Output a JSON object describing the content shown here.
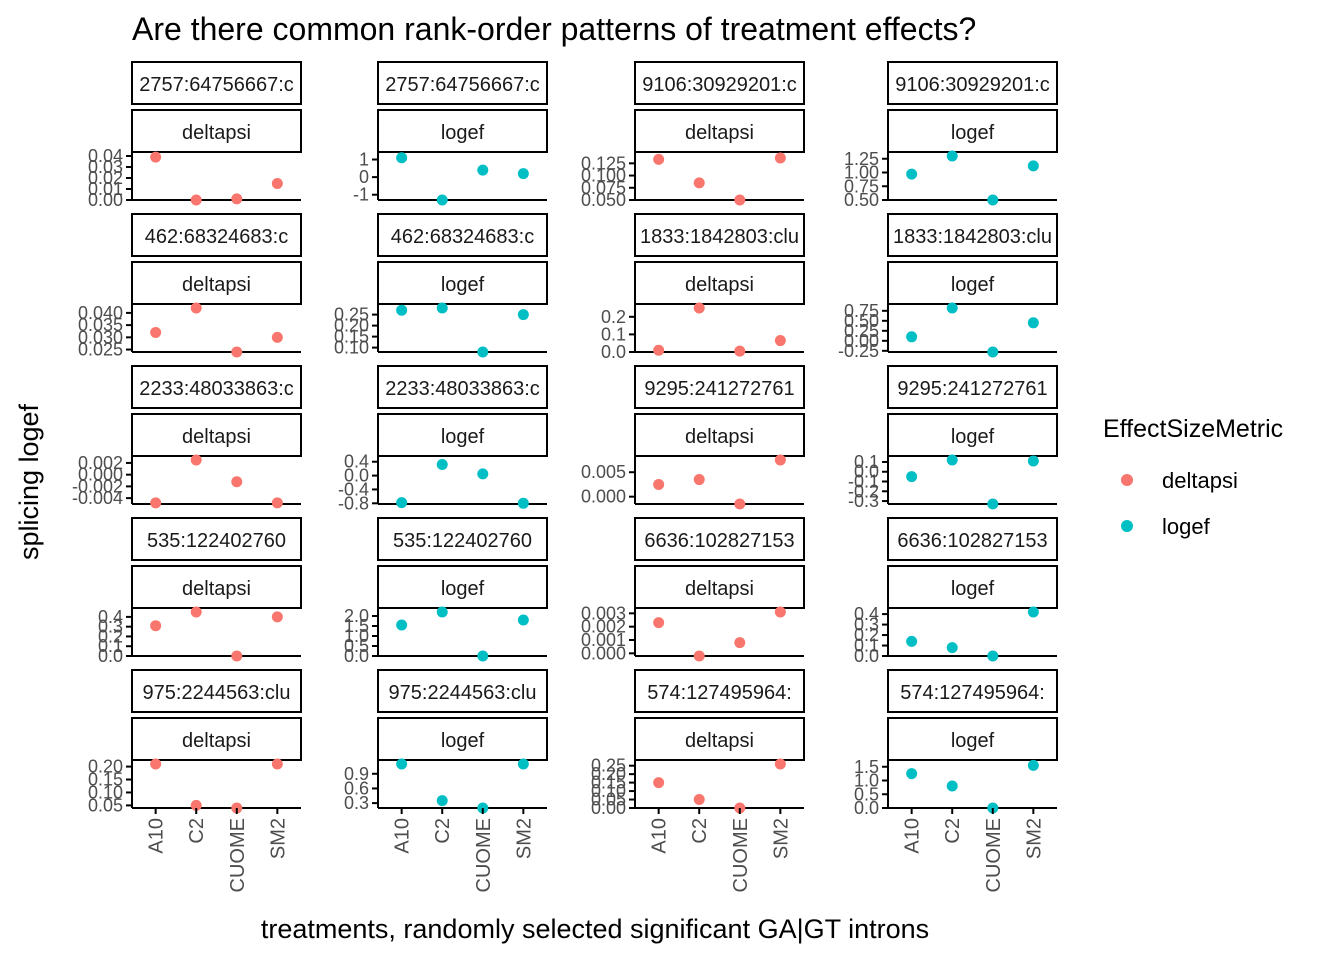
{
  "title": "Are there common rank-order patterns of treatment effects?",
  "xlabel": "treatments, randomly selected significant GA|GT introns",
  "ylabel": "splicing logef",
  "legend": {
    "title": "EffectSizeMetric",
    "items": [
      {
        "label": "deltapsi",
        "color": "#F8766D"
      },
      {
        "label": "logef",
        "color": "#00BFC4"
      }
    ]
  },
  "chart_data": {
    "type": "scatter",
    "facet_layout": {
      "rows": 5,
      "cols": 4,
      "scales": "free_y"
    },
    "categories": [
      "A10",
      "C2",
      "CUOME",
      "SM2"
    ],
    "series_colors": {
      "deltapsi": "#F8766D",
      "logef": "#00BFC4"
    },
    "panels": [
      {
        "strip_top": "2757:64756667:c",
        "strip_bottom": "deltapsi",
        "metric": "deltapsi",
        "ylim": [
          0.0,
          0.04
        ],
        "yticks": [
          "0.00",
          "0.01",
          "0.02",
          "0.03",
          "0.04"
        ],
        "tick_values": [
          0.0,
          0.01,
          0.02,
          0.03,
          0.04
        ],
        "values": [
          0.039,
          0.0,
          0.001,
          0.015
        ]
      },
      {
        "strip_top": "2757:64756667:c",
        "strip_bottom": "logef",
        "metric": "logef",
        "ylim": [
          -1.3,
          1.2
        ],
        "yticks": [
          "-1",
          "0",
          "1"
        ],
        "tick_values": [
          -1,
          0,
          1
        ],
        "values": [
          1.1,
          -1.3,
          0.4,
          0.2
        ]
      },
      {
        "strip_top": "9106:30929201:c",
        "strip_bottom": "deltapsi",
        "metric": "deltapsi",
        "ylim": [
          0.05,
          0.14
        ],
        "yticks": [
          "0.050",
          "0.075",
          "0.100",
          "0.125"
        ],
        "tick_values": [
          0.05,
          0.075,
          0.1,
          0.125
        ],
        "values": [
          0.133,
          0.085,
          0.05,
          0.136
        ]
      },
      {
        "strip_top": "9106:30929201:c",
        "strip_bottom": "logef",
        "metric": "logef",
        "ylim": [
          0.5,
          1.3
        ],
        "yticks": [
          "0.50",
          "0.75",
          "1.00",
          "1.25"
        ],
        "tick_values": [
          0.5,
          0.75,
          1.0,
          1.25
        ],
        "values": [
          0.97,
          1.3,
          0.5,
          1.12
        ]
      },
      {
        "strip_top": "462:68324683:c",
        "strip_bottom": "deltapsi",
        "metric": "deltapsi",
        "ylim": [
          0.024,
          0.042
        ],
        "yticks": [
          "0.025",
          "0.030",
          "0.035",
          "0.040"
        ],
        "tick_values": [
          0.025,
          0.03,
          0.035,
          0.04
        ],
        "values": [
          0.032,
          0.042,
          0.024,
          0.03
        ]
      },
      {
        "strip_top": "462:68324683:c",
        "strip_bottom": "logef",
        "metric": "logef",
        "ylim": [
          0.08,
          0.28
        ],
        "yticks": [
          "0.10",
          "0.15",
          "0.20",
          "0.25"
        ],
        "tick_values": [
          0.1,
          0.15,
          0.2,
          0.25
        ],
        "values": [
          0.27,
          0.28,
          0.08,
          0.25
        ]
      },
      {
        "strip_top": "1833:1842803:clu",
        "strip_bottom": "deltapsi",
        "metric": "deltapsi",
        "ylim": [
          0.0,
          0.25
        ],
        "yticks": [
          "0.0",
          "0.1",
          "0.2"
        ],
        "tick_values": [
          0.0,
          0.1,
          0.2
        ],
        "values": [
          0.01,
          0.25,
          0.005,
          0.065
        ]
      },
      {
        "strip_top": "1833:1842803:clu",
        "strip_bottom": "logef",
        "metric": "logef",
        "ylim": [
          -0.28,
          0.82
        ],
        "yticks": [
          "-0.25",
          "0.00",
          "0.25",
          "0.50",
          "0.75"
        ],
        "tick_values": [
          -0.25,
          0.0,
          0.25,
          0.5,
          0.75
        ],
        "values": [
          0.1,
          0.82,
          -0.28,
          0.45
        ]
      },
      {
        "strip_top": "2233:48033863:c",
        "strip_bottom": "deltapsi",
        "metric": "deltapsi",
        "ylim": [
          -0.005,
          0.0025
        ],
        "yticks": [
          "-0.004",
          "-0.002",
          "0.000",
          "0.002"
        ],
        "tick_values": [
          -0.004,
          -0.002,
          0.0,
          0.002
        ],
        "values": [
          -0.0048,
          0.0025,
          -0.0012,
          -0.0048
        ]
      },
      {
        "strip_top": "2233:48033863:c",
        "strip_bottom": "logef",
        "metric": "logef",
        "ylim": [
          -0.82,
          0.45
        ],
        "yticks": [
          "-0.8",
          "-0.4",
          "0.0",
          "0.4"
        ],
        "tick_values": [
          -0.8,
          -0.4,
          0.0,
          0.4
        ],
        "values": [
          -0.78,
          0.32,
          0.05,
          -0.8
        ]
      },
      {
        "strip_top": "9295:241272761",
        "strip_bottom": "deltapsi",
        "metric": "deltapsi",
        "ylim": [
          -0.0015,
          0.0075
        ],
        "yticks": [
          "0.000",
          "0.005"
        ],
        "tick_values": [
          0.0,
          0.005
        ],
        "values": [
          0.0025,
          0.0035,
          -0.0015,
          0.0075
        ]
      },
      {
        "strip_top": "9295:241272761",
        "strip_bottom": "logef",
        "metric": "logef",
        "ylim": [
          -0.33,
          0.12
        ],
        "yticks": [
          "-0.3",
          "-0.2",
          "-0.1",
          "0.0",
          "0.1"
        ],
        "tick_values": [
          -0.3,
          -0.2,
          -0.1,
          0.0,
          0.1
        ],
        "values": [
          -0.05,
          0.12,
          -0.33,
          0.11
        ]
      },
      {
        "strip_top": "535:122402760",
        "strip_bottom": "deltapsi",
        "metric": "deltapsi",
        "ylim": [
          0.0,
          0.45
        ],
        "yticks": [
          "0.0",
          "0.1",
          "0.2",
          "0.3",
          "0.4"
        ],
        "tick_values": [
          0.0,
          0.1,
          0.2,
          0.3,
          0.4
        ],
        "values": [
          0.31,
          0.45,
          0.0,
          0.4
        ]
      },
      {
        "strip_top": "535:122402760",
        "strip_bottom": "logef",
        "metric": "logef",
        "ylim": [
          0.0,
          2.2
        ],
        "yticks": [
          "0.0",
          "0.5",
          "1.0",
          "1.5",
          "2.0"
        ],
        "tick_values": [
          0.0,
          0.5,
          1.0,
          1.5,
          2.0
        ],
        "values": [
          1.55,
          2.2,
          0.0,
          1.8
        ]
      },
      {
        "strip_top": "6636:102827153",
        "strip_bottom": "deltapsi",
        "metric": "deltapsi",
        "ylim": [
          -0.0002,
          0.0031
        ],
        "yticks": [
          "0.000",
          "0.001",
          "0.002",
          "0.003"
        ],
        "tick_values": [
          0.0,
          0.001,
          0.002,
          0.003
        ],
        "values": [
          0.0023,
          -0.0002,
          0.0008,
          0.0031
        ]
      },
      {
        "strip_top": "6636:102827153",
        "strip_bottom": "logef",
        "metric": "logef",
        "ylim": [
          0.0,
          0.42
        ],
        "yticks": [
          "0.0",
          "0.1",
          "0.2",
          "0.3",
          "0.4"
        ],
        "tick_values": [
          0.0,
          0.1,
          0.2,
          0.3,
          0.4
        ],
        "values": [
          0.14,
          0.08,
          0.0,
          0.42
        ]
      },
      {
        "strip_top": "975:2244563:clu",
        "strip_bottom": "deltapsi",
        "metric": "deltapsi",
        "ylim": [
          0.04,
          0.21
        ],
        "yticks": [
          "0.05",
          "0.10",
          "0.15",
          "0.20"
        ],
        "tick_values": [
          0.05,
          0.1,
          0.15,
          0.2
        ],
        "values": [
          0.21,
          0.05,
          0.04,
          0.21
        ]
      },
      {
        "strip_top": "975:2244563:clu",
        "strip_bottom": "logef",
        "metric": "logef",
        "ylim": [
          0.2,
          1.1
        ],
        "yticks": [
          "0.3",
          "0.6",
          "0.9"
        ],
        "tick_values": [
          0.3,
          0.6,
          0.9
        ],
        "values": [
          1.1,
          0.35,
          0.2,
          1.1
        ]
      },
      {
        "strip_top": "574:127495964:",
        "strip_bottom": "deltapsi",
        "metric": "deltapsi",
        "ylim": [
          0.0,
          0.26
        ],
        "yticks": [
          "0.00",
          "0.05",
          "0.10",
          "0.15",
          "0.20",
          "0.25"
        ],
        "tick_values": [
          0.0,
          0.05,
          0.1,
          0.15,
          0.2,
          0.25
        ],
        "values": [
          0.15,
          0.05,
          0.0,
          0.26
        ]
      },
      {
        "strip_top": "574:127495964:",
        "strip_bottom": "logef",
        "metric": "logef",
        "ylim": [
          0.0,
          1.6
        ],
        "yticks": [
          "0.0",
          "0.5",
          "1.0",
          "1.5"
        ],
        "tick_values": [
          0.0,
          0.5,
          1.0,
          1.5
        ],
        "values": [
          1.25,
          0.8,
          0.0,
          1.55
        ]
      }
    ]
  }
}
